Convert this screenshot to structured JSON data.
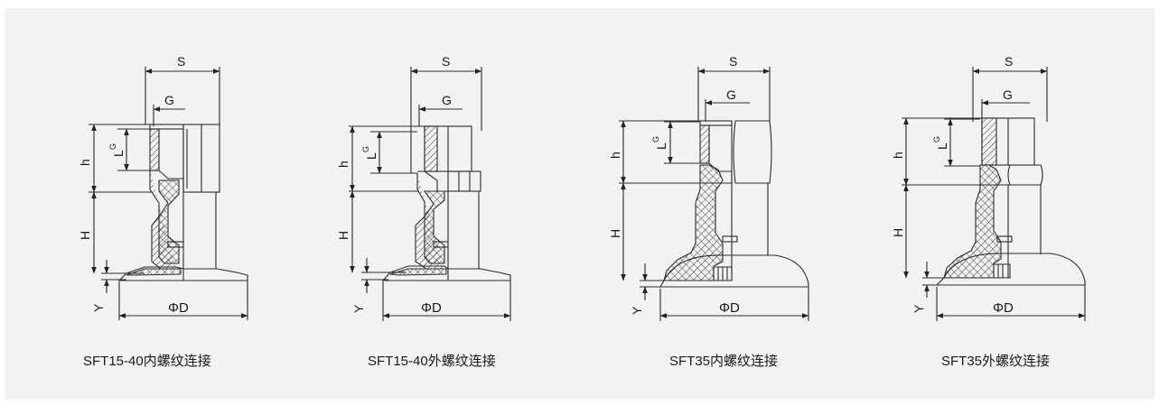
{
  "figures": [
    {
      "caption": "SFT15-40内螺纹连接",
      "labels": {
        "S": "S",
        "G": "G",
        "LG": "L",
        "LG_sub": "G",
        "h": "h",
        "H": "H",
        "Y": "Y",
        "D": "ΦD"
      }
    },
    {
      "caption": "SFT15-40外螺纹连接",
      "labels": {
        "S": "S",
        "G": "G",
        "LG": "L",
        "LG_sub": "G",
        "h": "h",
        "H": "H",
        "Y": "Y",
        "D": "ΦD"
      }
    },
    {
      "caption": "SFT35内螺纹连接",
      "labels": {
        "S": "S",
        "G": "G",
        "LG": "L",
        "LG_sub": "G",
        "h": "h",
        "H": "H",
        "Y": "Y",
        "D": "ΦD"
      }
    },
    {
      "caption": "SFT35外螺纹连接",
      "labels": {
        "S": "S",
        "G": "G",
        "LG": "L",
        "LG_sub": "G",
        "h": "h",
        "H": "H",
        "Y": "Y",
        "D": "ΦD"
      }
    }
  ],
  "colors": {
    "background": "#f2f2f2",
    "line": "#2b2b2b"
  }
}
